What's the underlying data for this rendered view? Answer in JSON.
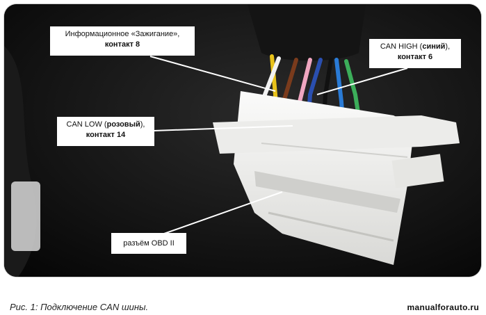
{
  "labels": {
    "ignition": {
      "line1": "Информационное «Зажигание»,",
      "line2": "контакт 8"
    },
    "can_high": {
      "line1_plain": "CAN HIGH (",
      "line1_bold": "синий",
      "line1_end": "),",
      "line2": "контакт 6"
    },
    "can_low": {
      "line1_plain": "CAN LOW (",
      "line1_bold": "розовый",
      "line1_end": "),",
      "line2": "контакт 14"
    },
    "obd": "разъём OBD II"
  },
  "caption": "Рис. 1: Подключение CAN шины.",
  "watermark": "manualforauto.ru",
  "colors": {
    "wire_yellow": "#e8c21a",
    "wire_white": "#f2f2f2",
    "wire_brown": "#7a3b1c",
    "wire_pink": "#f0a6c0",
    "wire_blue": "#2a7bd6",
    "wire_black": "#111111",
    "wire_green": "#3cae5a",
    "connector": "#f4f4f2"
  }
}
